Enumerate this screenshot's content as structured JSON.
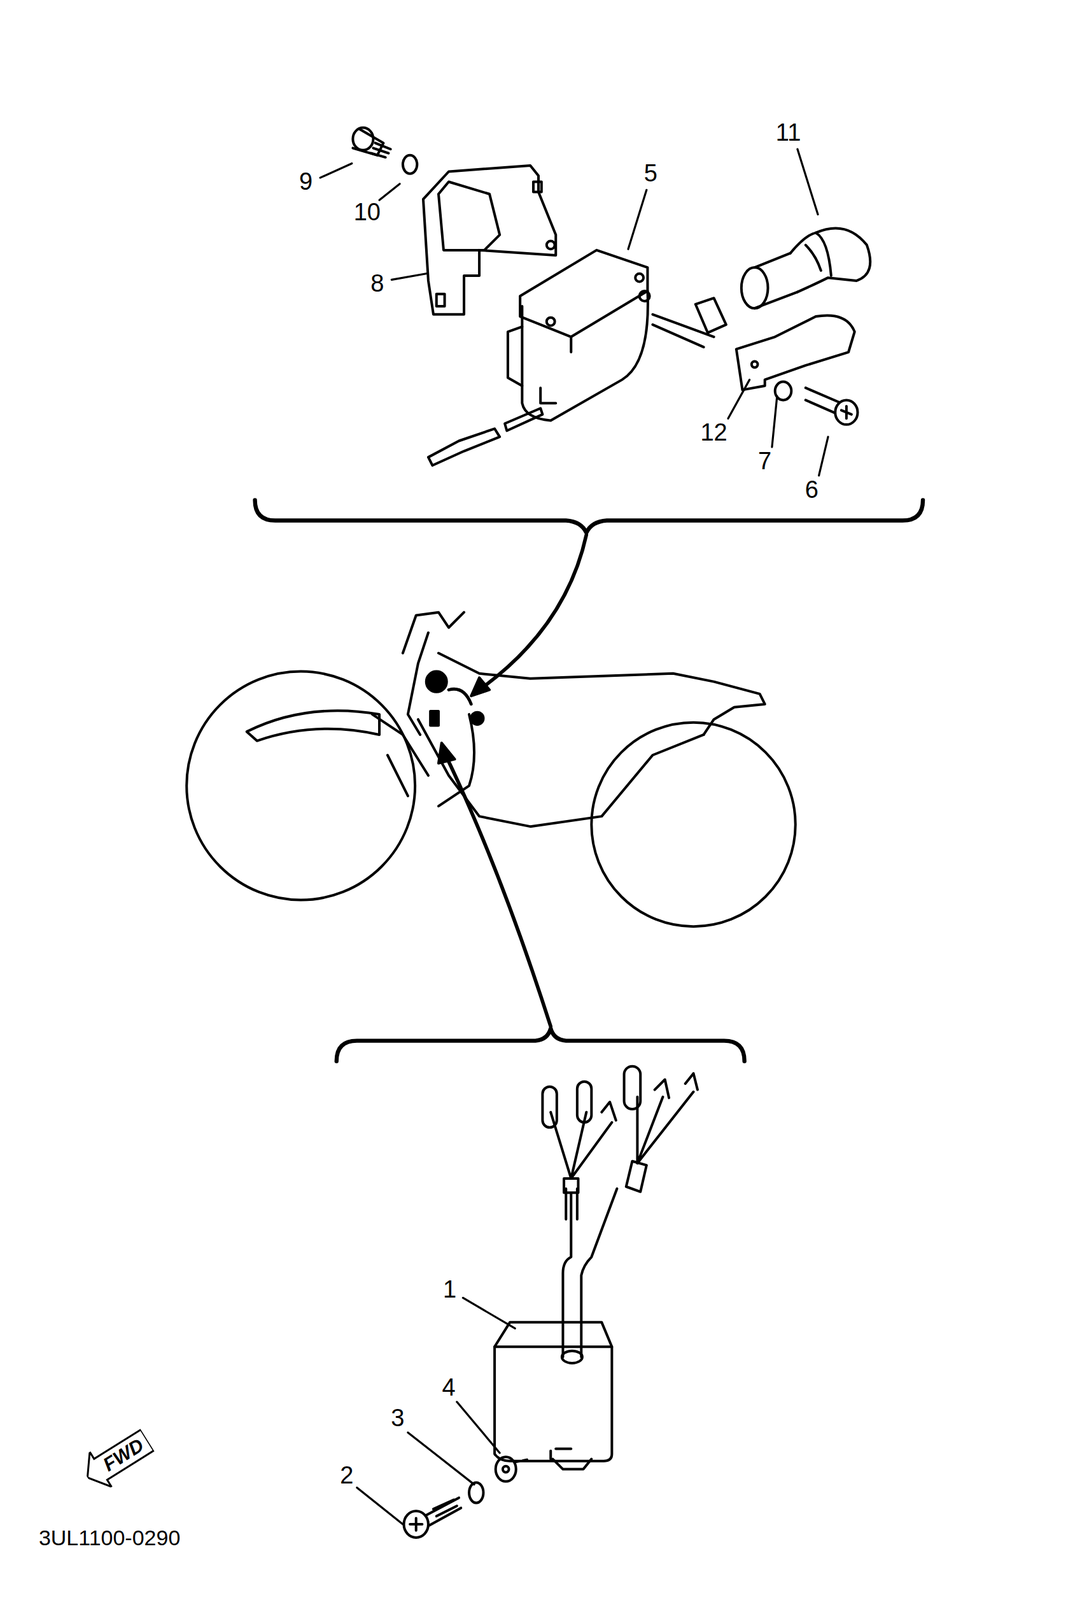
{
  "diagram": {
    "nodes": [
      {
        "text": [
          "FWD"
        ]
      }
    ],
    "edges": [],
    "labels": [
      "11",
      "9",
      "5",
      "10",
      "8",
      "12",
      "7",
      "6",
      "1",
      "4",
      "3",
      "2",
      "3UL1100-0290"
    ]
  }
}
